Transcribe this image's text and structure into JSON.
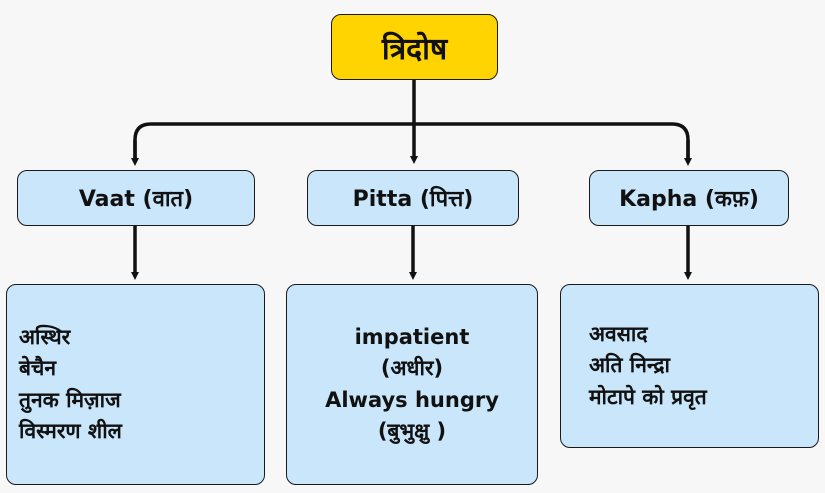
{
  "root": {
    "label": "त्रिदोष"
  },
  "doshas": [
    {
      "label": "Vaat (वात)",
      "traits": [
        "अस्थिर",
        "बेचैन",
        "तुनक मिज़ाज",
        "विस्मरण शील"
      ]
    },
    {
      "label": "Pitta (पित्त)",
      "traits": [
        "impatient",
        "(अधीर)",
        "Always hungry",
        "(बुभुक्षु )"
      ]
    },
    {
      "label": "Kapha (कफ़)",
      "traits": [
        "अवसाद",
        "अति निन्द्रा",
        "मोटापे को प्रवृत"
      ]
    }
  ],
  "colors": {
    "root_fill": "#ffd400",
    "node_fill": "#c9e6fb",
    "stroke": "#1a1a1a"
  }
}
